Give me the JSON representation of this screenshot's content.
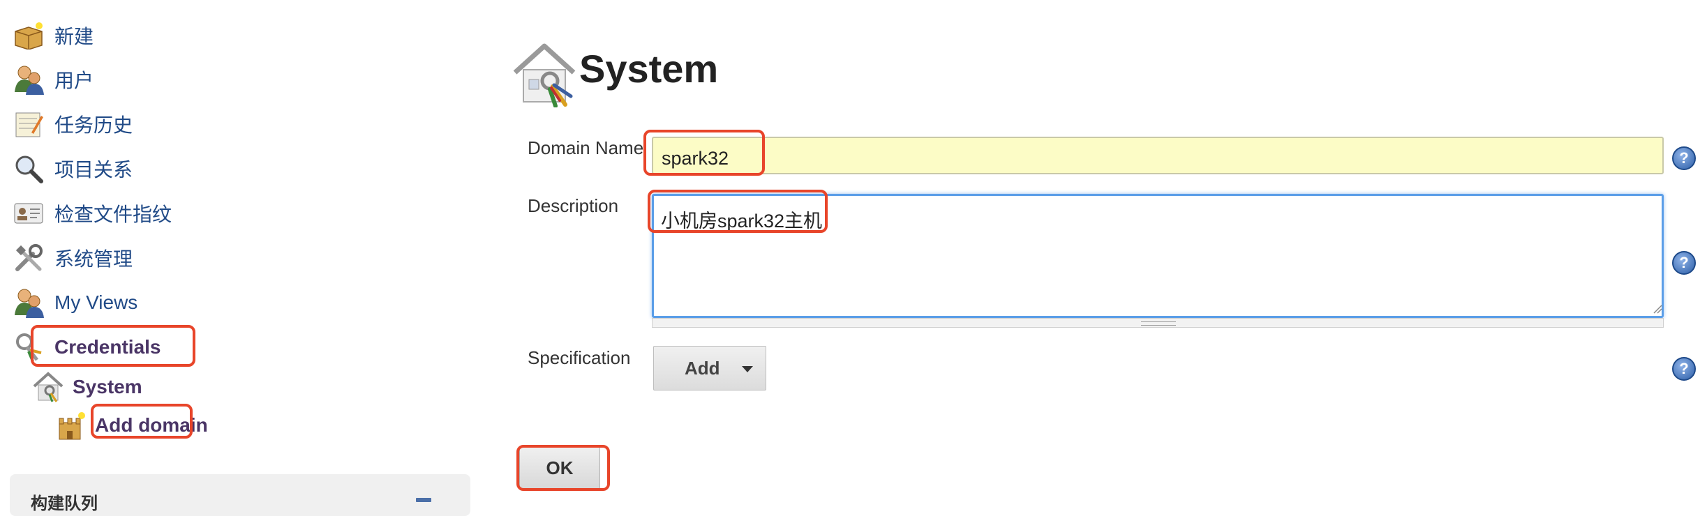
{
  "sidebar": {
    "items": [
      {
        "label": "新建",
        "icon": "new-box-icon"
      },
      {
        "label": "用户",
        "icon": "users-icon"
      },
      {
        "label": "任务历史",
        "icon": "notepad-icon"
      },
      {
        "label": "项目关系",
        "icon": "magnifier-icon"
      },
      {
        "label": "检查文件指纹",
        "icon": "fingerprint-card-icon"
      },
      {
        "label": "系统管理",
        "icon": "tools-icon"
      },
      {
        "label": "My Views",
        "icon": "users-icon"
      },
      {
        "label": "Credentials",
        "icon": "keys-icon"
      }
    ],
    "sub_system": {
      "label": "System",
      "icon": "house-keys-icon"
    },
    "sub_add_domain": {
      "label": "Add domain",
      "icon": "castle-icon"
    },
    "build_queue": {
      "title": "构建队列"
    }
  },
  "main": {
    "title": "System",
    "domain_name": {
      "label": "Domain Name",
      "value": "spark32"
    },
    "description": {
      "label": "Description",
      "value": "小机房spark32主机"
    },
    "specification": {
      "label": "Specification",
      "add_label": "Add"
    },
    "ok_label": "OK",
    "help_glyph": "?"
  },
  "colors": {
    "highlight_red": "#e8452a",
    "input_yellow": "#fcfcc6",
    "focus_blue": "#5b9ee8",
    "link_blue": "#204a87",
    "bold_purple": "#4a3566"
  }
}
